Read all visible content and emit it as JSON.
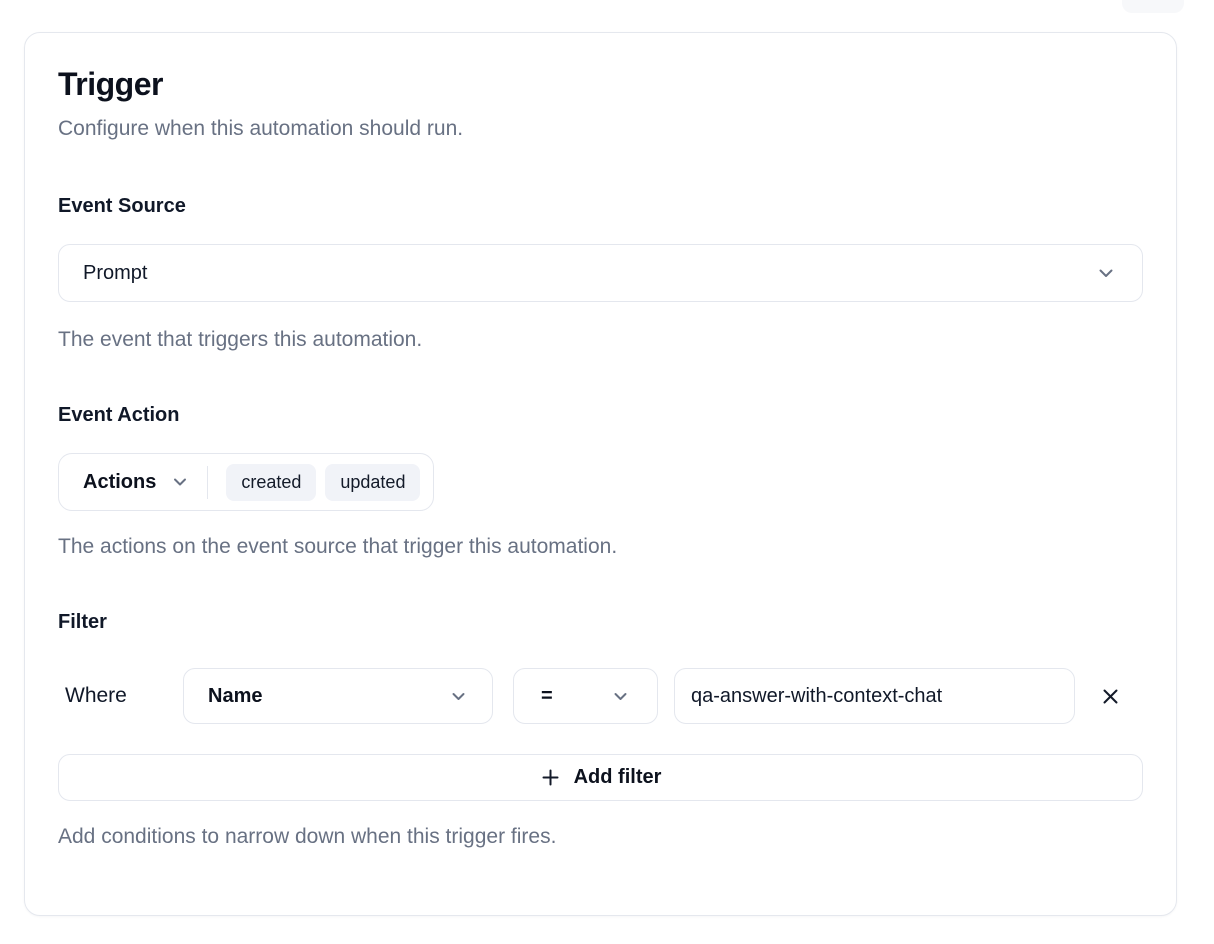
{
  "card": {
    "title": "Trigger",
    "subtitle": "Configure when this automation should run.",
    "event_source": {
      "label": "Event Source",
      "selected_value": "Prompt",
      "helper": "The event that triggers this automation."
    },
    "event_action": {
      "label": "Event Action",
      "dropdown_label": "Actions",
      "selected_actions": [
        "created",
        "updated"
      ],
      "helper": "The actions on the event source that trigger this automation."
    },
    "filter": {
      "label": "Filter",
      "where_label": "Where",
      "field_selected": "Name",
      "operator_selected": "=",
      "value": "qa-answer-with-context-chat",
      "add_filter_label": "Add filter",
      "helper": "Add conditions to narrow down when this trigger fires."
    }
  },
  "colors": {
    "text_dark": "#0c111d",
    "text_gray": "#687183",
    "border": "#e4e7ee",
    "chip_bg": "#f1f3f8",
    "background": "#ffffff"
  }
}
